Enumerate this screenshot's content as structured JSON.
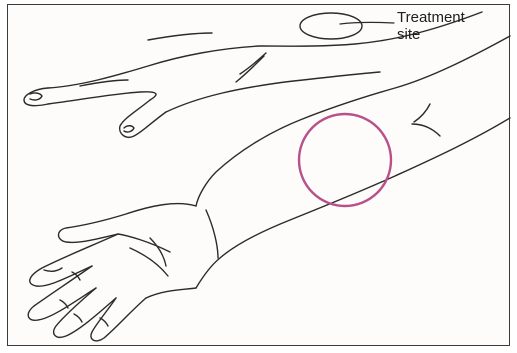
{
  "callout": {
    "line1": "Treatment",
    "line2": "site"
  },
  "colors": {
    "outline": "#2b2b2b",
    "frame": "#3a3a3a",
    "highlight_circle": "#b8508a",
    "background": "#fdfcfb"
  },
  "icons": [
    "hand-drawn-arm-illustration",
    "treatment-circle"
  ]
}
